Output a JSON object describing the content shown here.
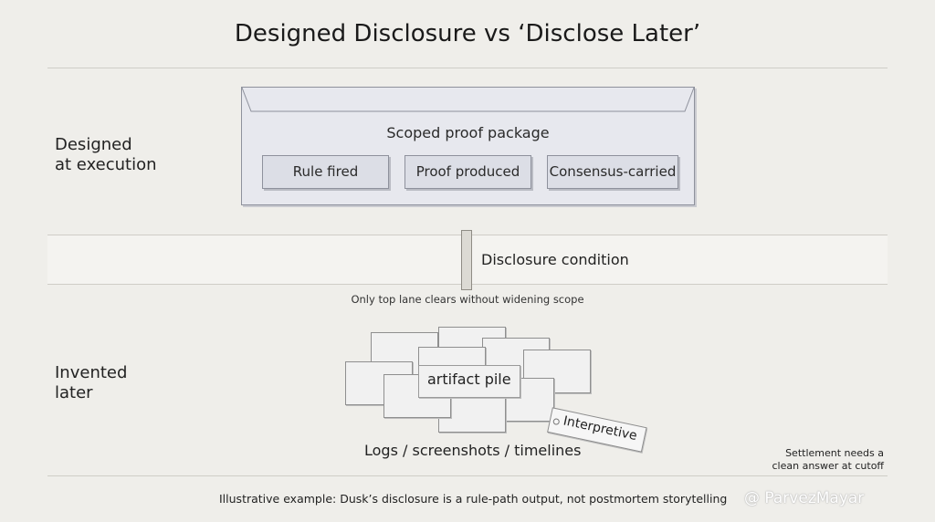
{
  "title": "Designed Disclosure vs ‘Disclose Later’",
  "lanes": {
    "top_label_line1": "Designed",
    "top_label_line2": "at execution",
    "bottom_label_line1": "Invented",
    "bottom_label_line2": "later"
  },
  "package": {
    "title": "Scoped proof package",
    "chips": [
      "Rule fired",
      "Proof produced",
      "Consensus-carried"
    ]
  },
  "condition": {
    "label": "Disclosure condition",
    "caption": "Only top lane clears without widening scope"
  },
  "pile": {
    "label": "artifact pile",
    "caption": "Logs / screenshots / timelines",
    "tag": "Interpretive"
  },
  "side_note": {
    "line1": "Settlement needs a",
    "line2": "clean answer at cutoff"
  },
  "footer": "Illustrative example: Dusk’s disclosure is a rule-path output, not postmortem storytelling",
  "watermark": "@ ParvezMayar"
}
